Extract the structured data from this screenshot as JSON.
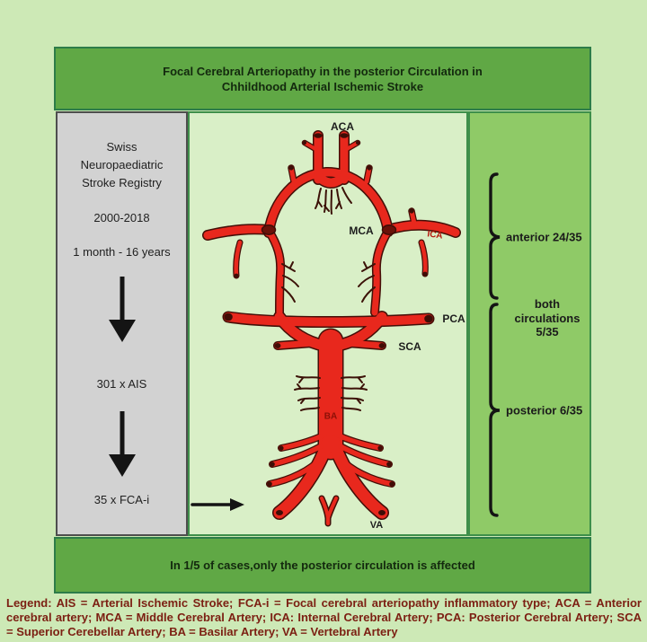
{
  "title_banner": {
    "line1": "Focal Cerebral Arteriopathy in the posterior Circulation in",
    "line2": "Chhildhood Arterial Ischemic Stroke"
  },
  "left_box": {
    "registry_line1": "Swiss",
    "registry_line2": "Neuropaediatric",
    "registry_line3": "Stroke Registry",
    "period": "2000-2018",
    "age_range": "1 month - 16 years",
    "ais_count": "301 x AIS",
    "fca_count": "35 x FCA-i"
  },
  "diagram": {
    "labels": {
      "aca": "ACA",
      "mca": "MCA",
      "ica": "ICA",
      "pca": "PCA",
      "sca": "SCA",
      "ba": "BA",
      "va": "VA"
    }
  },
  "right_panel": {
    "anterior": "anterior 24/35",
    "both_line1": "both",
    "both_line2": "circulations",
    "both_line3": "5/35",
    "posterior": "posterior 6/35"
  },
  "bottom_banner": {
    "text": "In 1/5 of cases,only the posterior circulation is affected"
  },
  "legend": {
    "text": "Legend: AIS = Arterial Ischemic Stroke; FCA-i = Focal cerebral arteriopathy inflammatory type; ACA = Anterior cerebral artery; MCA = Middle Cerebral Artery; ICA: Internal Cerebral Artery; PCA: Posterior Cerebral Artery; SCA = Superior Cerebellar Artery; BA = Basilar Artery; VA = Vertebral Artery"
  },
  "colors": {
    "page_bg": "#cde9b6",
    "banner_fill": "#60a845",
    "banner_border": "#2d7c49",
    "panel_light": "#d9efc7",
    "panel_medium": "#8fca67",
    "gray_box": "#d2d2d2",
    "artery_red": "#e8281d",
    "artery_outline": "#430f08",
    "legend_text": "#7c2013"
  }
}
